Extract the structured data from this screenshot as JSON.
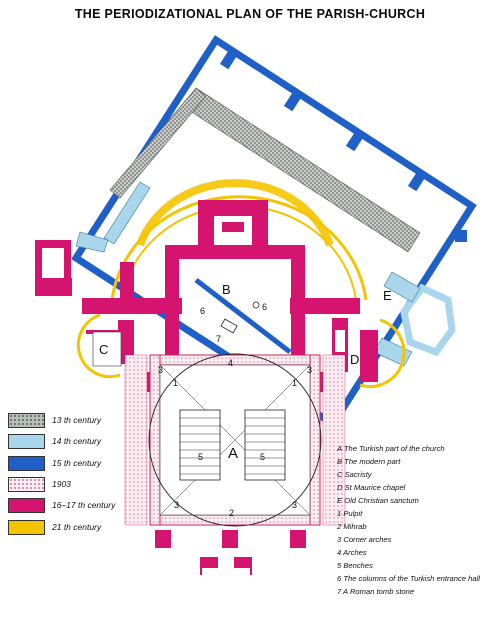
{
  "title": "THE PERIODIZATIONAL PLAN OF THE PARISH-CHURCH",
  "colors": {
    "c13": "#8a8f8a",
    "c14": "#a9d6ea",
    "c15": "#1f5fc8",
    "c1903": "#f5e4ea",
    "c16_17": "#d4146e",
    "c21": "#f4c400"
  },
  "legend": [
    {
      "label": "13 th century",
      "color": "c13"
    },
    {
      "label": "14 th century",
      "color": "c14"
    },
    {
      "label": "15 th century",
      "color": "c15"
    },
    {
      "label": "1903",
      "color": "c1903"
    },
    {
      "label": "16–17 th century",
      "color": "c16_17"
    },
    {
      "label": "21 th century",
      "color": "c21"
    }
  ],
  "key": [
    "A The Turkish part of the church",
    "B The modern part",
    "C Sacristy",
    "D St Maurice chapel",
    "E Old Christian sanctum",
    "1 Pulpit",
    "2 Mihrab",
    "3 Corner arches",
    "4 Arches",
    "5 Benches",
    "6 The columns of the Turkish entrance hall",
    "7 A Roman tomb stone"
  ],
  "labels": {
    "A": "A",
    "B": "B",
    "C": "C",
    "D": "D",
    "E": "E",
    "n1a": "1",
    "n1b": "1",
    "n2": "2",
    "n3a": "3",
    "n3b": "3",
    "n3c": "3",
    "n3d": "3",
    "n4": "4",
    "n5a": "5",
    "n5b": "5",
    "n6a": "6",
    "n6b": "6",
    "n7": "7"
  }
}
